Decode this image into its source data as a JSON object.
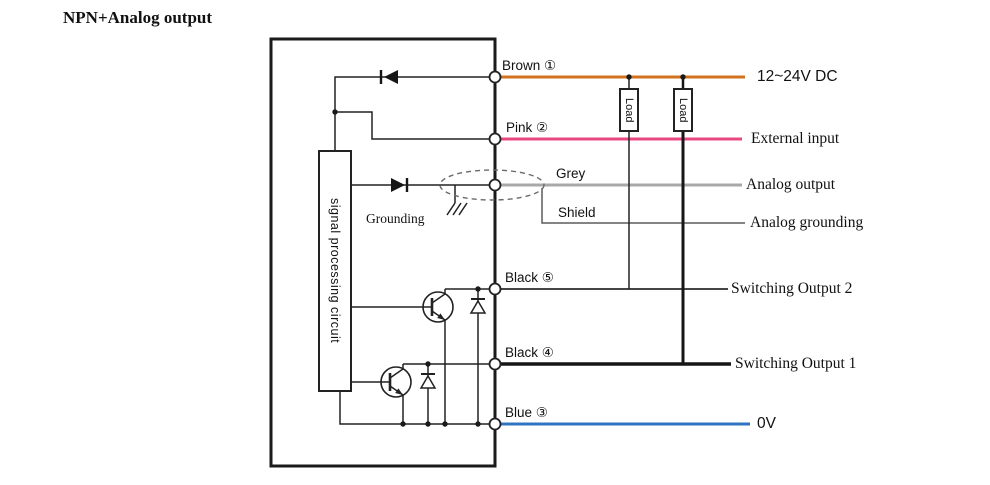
{
  "title": "NPN+Analog output",
  "diagram": {
    "circuit_box_label": "signal processing circuit",
    "grounding_label": "Grounding",
    "load_labels": [
      "Load",
      "Load"
    ],
    "leads": {
      "brown": "Brown ①",
      "pink": "Pink ②",
      "grey": "Grey",
      "shield": "Shield",
      "black_5": "Black ⑤",
      "black_4": "Black ④",
      "blue": "Blue ③"
    },
    "terminals": {
      "power": "12~24V DC",
      "external_input": "External input",
      "analog_output": "Analog output",
      "analog_grounding": "Analog grounding",
      "switching_output_2": "Switching Output 2",
      "switching_output_1": "Switching Output 1",
      "zero_volt": "0V"
    }
  },
  "colors": {
    "brown_wire": "#D2711E",
    "pink_wire": "#E84880",
    "grey_wire": "#A8A8A8",
    "shield_wire": "#5C5C5C",
    "black_wire": "#161616",
    "output2_wire": "#454545",
    "blue_wire": "#2F74C0",
    "line": "#222222"
  }
}
